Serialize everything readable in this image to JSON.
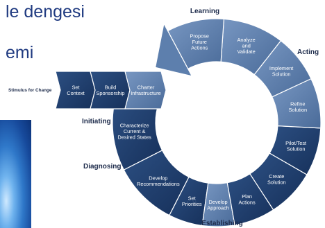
{
  "title": {
    "line1": "le dengesi",
    "line2": "emi"
  },
  "stimulus": "Stimulus for Change",
  "phases": {
    "learning": "Learning",
    "acting": "Acting",
    "establishing": "Establishing",
    "diagnosing": "Diagnosing",
    "initiating": "Initiating"
  },
  "initiating_steps": [
    [
      "Set",
      "Context"
    ],
    [
      "Build",
      "Sponsorship"
    ],
    [
      "Charter",
      "Infrastructure"
    ]
  ],
  "cycle_steps": [
    [
      "Characterize",
      "Current &",
      "Desired States"
    ],
    [
      "Develop",
      "Recommendations"
    ],
    [
      "Set",
      "Priorities"
    ],
    [
      "Develop",
      "Approach"
    ],
    [
      "Plan",
      "Actions"
    ],
    [
      "Create",
      "Solution"
    ],
    [
      "Pilot/Test",
      "Solution"
    ],
    [
      "Refine",
      "Solution"
    ],
    [
      "Implement",
      "Solution"
    ],
    [
      "Analyze",
      "and",
      "Validate"
    ],
    [
      "Propose",
      "Future",
      "Actions"
    ]
  ],
  "colors": {
    "title": "#1f3a80",
    "segment_dark": "#1d3a68",
    "segment_light": "#5d7fad",
    "phase_text": "#1c2a4a"
  }
}
